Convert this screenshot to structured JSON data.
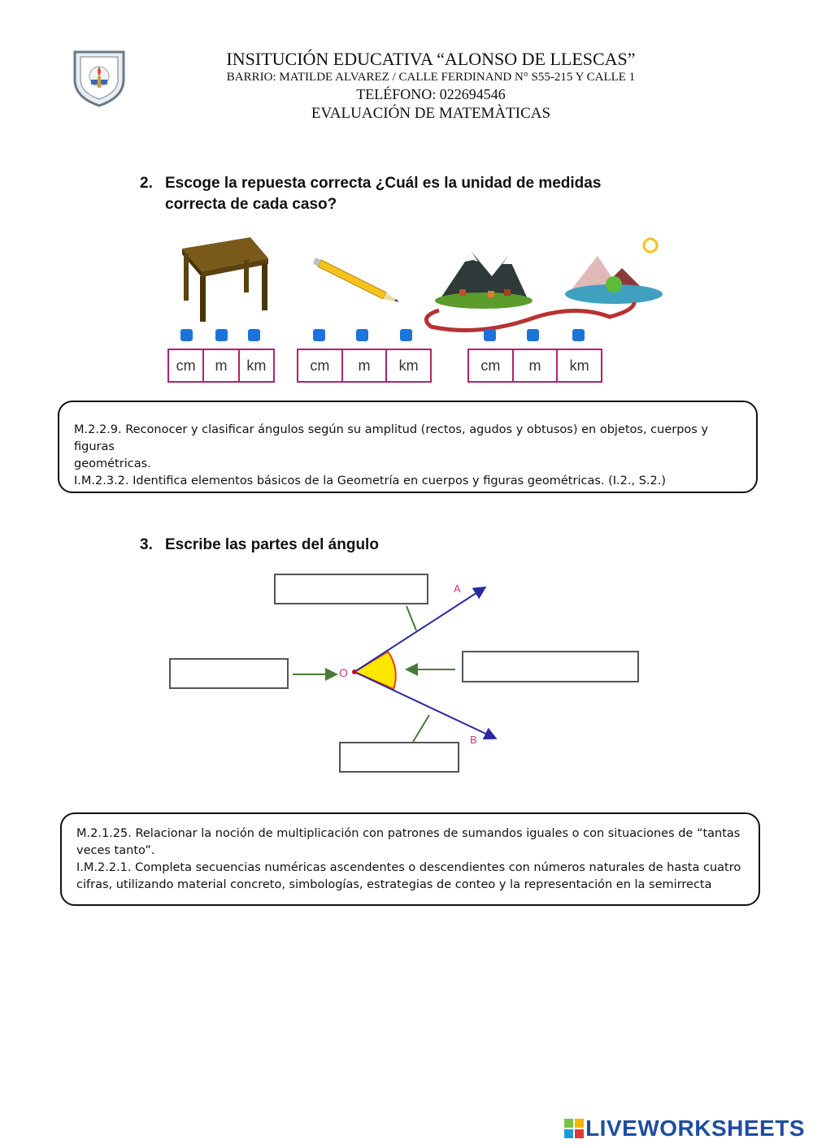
{
  "header": {
    "line1": "INSITUCIÓN EDUCATIVA “ALONSO DE LLESCAS”",
    "line2": "BARRIO: MATILDE ALVAREZ / CALLE FERDINAND N° S55-215 Y CALLE 1",
    "line3": "TELÉFONO: 022694546",
    "line4": "EVALUACIÓN DE MATEMÀTICAS"
  },
  "question2": {
    "number": "2.",
    "text_line1": "Escoge la repuesta correcta ¿Cuál es la unidad de medidas",
    "text_line2": "correcta de cada caso?",
    "options": [
      {
        "units": [
          "cm",
          "m",
          "km"
        ]
      },
      {
        "units": [
          "cm",
          "m",
          "km"
        ]
      },
      {
        "units": [
          "cm",
          "m",
          "km"
        ]
      }
    ]
  },
  "standard1": {
    "line1": "M.2.2.9. Reconocer y clasificar ángulos según su amplitud (rectos, agudos y obtusos) en objetos, cuerpos y figuras",
    "line2": "geométricas.",
    "line3": "I.M.2.3.2. Identifica elementos básicos de la Geometría en cuerpos y figuras geométricas. (I.2., S.2.)"
  },
  "question3": {
    "number": "3.",
    "text": "Escribe las partes del ángulo",
    "label_a": "A",
    "label_b": "B",
    "label_o": "O"
  },
  "standard2": {
    "line1": "M.2.1.25. Relacionar la noción de multiplicación con patrones de sumandos iguales o con situaciones de “tantas",
    "line2": "veces tanto”.",
    "line3": "I.M.2.2.1. Completa secuencias numéricas ascendentes o descendientes con números naturales de hasta cuatro",
    "line4": "cifras, utilizando material concreto, simbologías, estrategias de conteo y la representación en la semirrecta"
  },
  "footer": {
    "brand": "LIVEWORKSHEETS"
  },
  "colors": {
    "radio": "#1e73d8",
    "unit_border": "#b0236b",
    "angle_fill": "#ffe800",
    "ray": "#2a2aa0"
  }
}
